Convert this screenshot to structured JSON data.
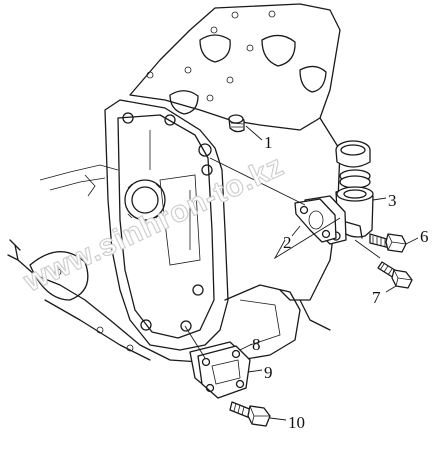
{
  "part_labels": [
    {
      "id": "1",
      "text": "1"
    },
    {
      "id": "2",
      "text": "2"
    },
    {
      "id": "3",
      "text": "3"
    },
    {
      "id": "6",
      "text": "6"
    },
    {
      "id": "7",
      "text": "7"
    },
    {
      "id": "8",
      "text": "8"
    },
    {
      "id": "9",
      "text": "9"
    },
    {
      "id": "10",
      "text": "10"
    }
  ],
  "watermark": "www.sinhron-to.kz"
}
